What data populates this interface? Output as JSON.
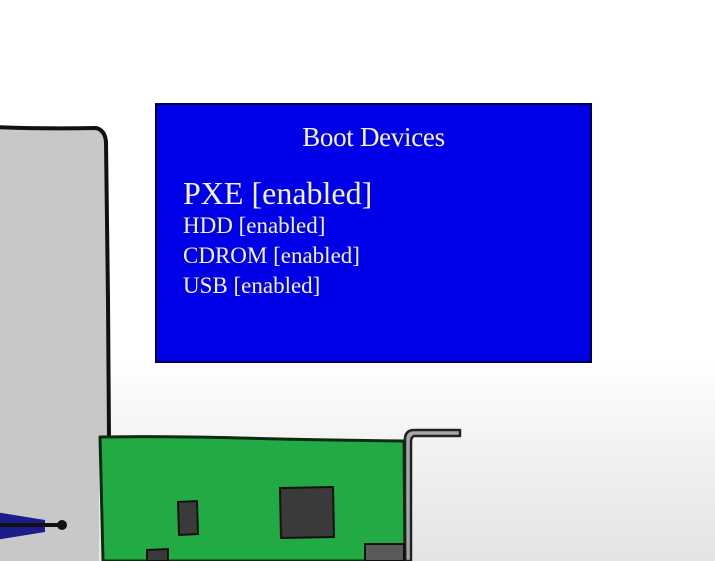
{
  "boot_screen": {
    "title": "Boot Devices",
    "devices": [
      "PXE [enabled]",
      "HDD [enabled]",
      "CDROM [enabled]",
      "USB [enabled]"
    ]
  },
  "colors": {
    "screen_background": "#0000e8",
    "screen_text": "#f4f4e6",
    "computer_case": "#c8c8c8",
    "network_card": "#22aa44",
    "card_chips": "#3a3a3a",
    "bracket": "#9a9a9a",
    "cable": "#1a1a80"
  },
  "icons": {
    "computer": "computer-case-icon",
    "card": "network-card-icon",
    "bracket": "metal-bracket-icon",
    "cable": "network-cable-icon"
  }
}
